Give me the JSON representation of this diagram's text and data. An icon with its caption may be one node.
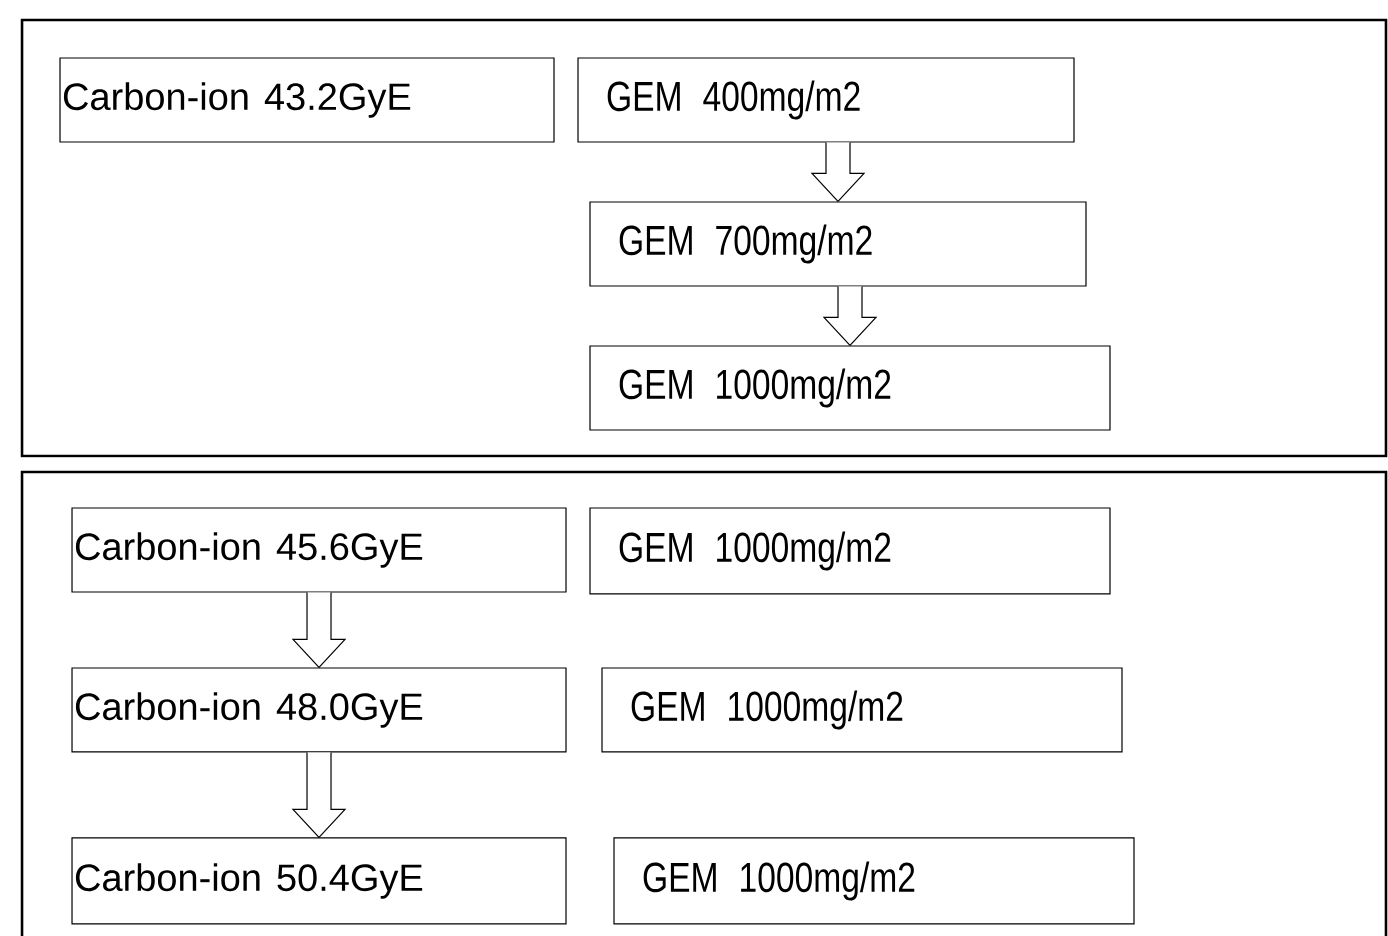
{
  "diagram": {
    "nodes": [
      {
        "text": [],
        "shape": "box"
      },
      {
        "text": [
          "Carbon-ion 43.2GyE"
        ],
        "in": 0
      },
      {
        "text": [
          "GEM 400mg/m2"
        ],
        "in": 0
      },
      {
        "text": [
          "GEM 700mg/m2"
        ],
        "in": 0
      },
      {
        "text": [
          "GEM 1000mg/m2"
        ],
        "in": 0
      },
      {
        "text": [],
        "shape": "box"
      },
      {
        "text": [
          "Carbon-ion 45.6GyE"
        ],
        "in": 5
      },
      {
        "text": [
          "GEM 1000mg/m2"
        ],
        "in": 5
      },
      {
        "text": [
          "Carbon-ion 48.0GyE"
        ],
        "in": 5
      },
      {
        "text": [
          "GEM 1000mg/m2"
        ],
        "in": 5
      },
      {
        "text": [
          "Carbon-ion 50.4GyE"
        ],
        "in": 5
      },
      {
        "text": [
          "GEM 1000mg/m2"
        ],
        "in": 5
      }
    ],
    "edges": [
      {
        "from": 2,
        "to": 3,
        "arrow": "to"
      },
      {
        "from": 3,
        "to": 4,
        "arrow": "to"
      },
      {
        "from": 6,
        "to": 8,
        "arrow": "to"
      },
      {
        "from": 8,
        "to": 10,
        "arrow": "to"
      }
    ]
  }
}
